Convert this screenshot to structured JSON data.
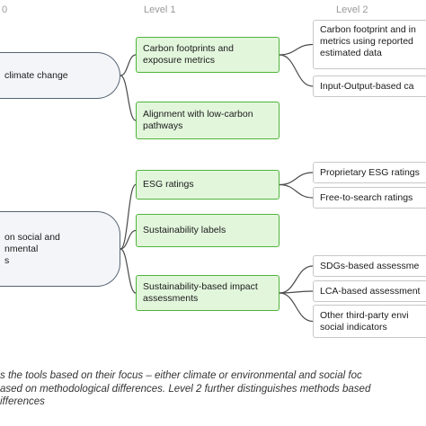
{
  "level_labels": [
    "0",
    "Level 1",
    "Level 2"
  ],
  "roots": [
    {
      "label": "climate change"
    },
    {
      "label": "on social and\nnmental\ns"
    }
  ],
  "level1": [
    {
      "label": "Carbon footprints and\nexposure metrics"
    },
    {
      "label": "Alignment with low-carbon\npathways"
    },
    {
      "label": "ESG ratings"
    },
    {
      "label": "Sustainability labels"
    },
    {
      "label": "Sustainability-based impact\nassessments"
    }
  ],
  "level2": [
    {
      "label": "Carbon footprint and in\nmetrics using reported\nestimated data"
    },
    {
      "label": "Input-Output-based ca"
    },
    {
      "label": "Proprietary ESG ratings"
    },
    {
      "label": "Free-to-search ratings"
    },
    {
      "label": "SDGs-based assessme"
    },
    {
      "label": "LCA-based assessment"
    },
    {
      "label": "Other third-party envi\nsocial indicators"
    }
  ],
  "caption": [
    "s the tools based on their focus – either climate or environmental and social foc",
    "ased on methodological differences. Level 2 further distinguishes methods based",
    "ifferences"
  ],
  "colors": {
    "root_border": "#566473",
    "level1_border": "#4fb43a",
    "level1_fill": "#e2f6dc",
    "level2_border": "#c7c7c7",
    "connector": "#4a4a4a"
  }
}
